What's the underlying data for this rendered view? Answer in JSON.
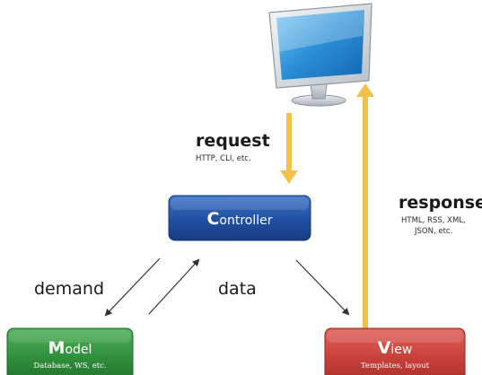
{
  "nodes": {
    "controller": {
      "initial": "C",
      "rest": "ontroller",
      "color": "#1f4fa0"
    },
    "model": {
      "initial": "M",
      "rest": "odel",
      "subtitle": "Database, WS, etc.",
      "color": "#2f8f3a"
    },
    "view": {
      "initial": "V",
      "rest": "iew",
      "subtitle": "Templates, layout",
      "color": "#c8403a"
    }
  },
  "edges": {
    "request": {
      "label": "request",
      "note": "HTTP, CLI, etc."
    },
    "response": {
      "label": "response",
      "note_line1": "HTML, RSS, XML,",
      "note_line2": "JSON, etc."
    },
    "demand": {
      "label": "demand"
    },
    "data": {
      "label": "data"
    }
  },
  "colors": {
    "arrow_yellow": "#f2c14a",
    "arrow_dark": "#333333",
    "monitor_screen": "#2a8fd6"
  },
  "icons": {
    "client": "computer-monitor-icon"
  }
}
